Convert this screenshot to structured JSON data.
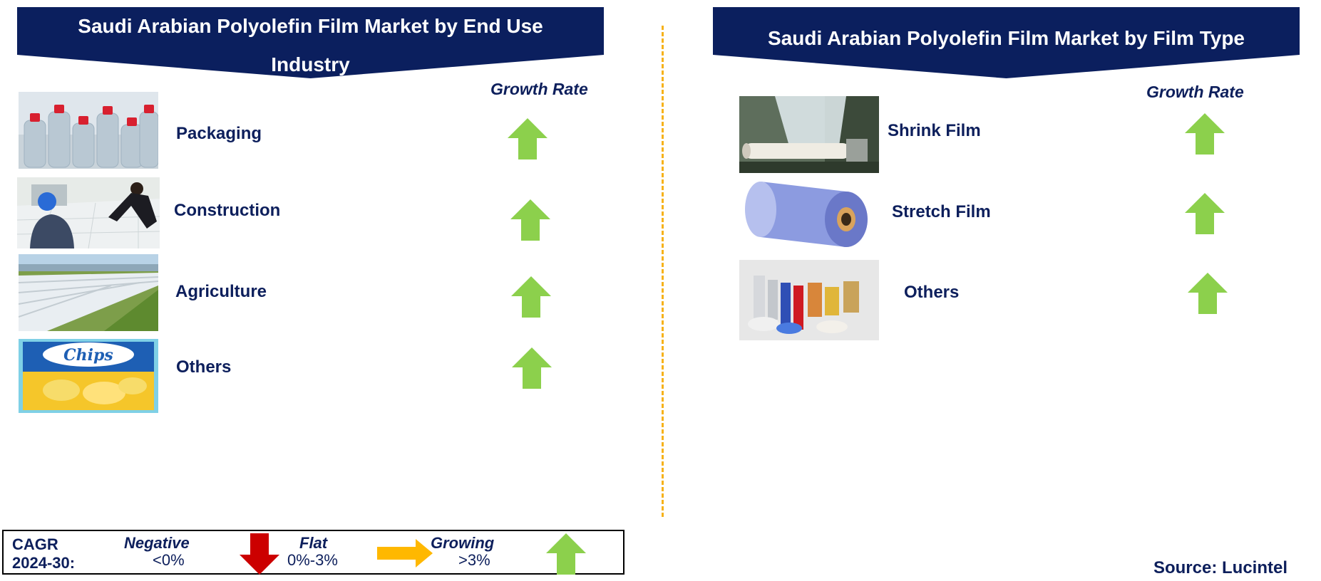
{
  "left": {
    "title": "Saudi Arabian Polyolefin Film Market by End Use Industry",
    "growth_header": "Growth Rate",
    "rows": [
      {
        "label": "Packaging",
        "image": "water-bottles",
        "trend": "growing"
      },
      {
        "label": "Construction",
        "image": "construction-workers",
        "trend": "growing"
      },
      {
        "label": "Agriculture",
        "image": "greenhouse-field",
        "trend": "growing"
      },
      {
        "label": "Others",
        "image": "chips-packet",
        "trend": "growing"
      }
    ]
  },
  "right": {
    "title": "Saudi Arabian Polyolefin Film Market by Film Type",
    "growth_header": "Growth Rate",
    "rows": [
      {
        "label": "Shrink Film",
        "image": "shrink-film-roller",
        "trend": "growing"
      },
      {
        "label": "Stretch Film",
        "image": "stretch-film-roll",
        "trend": "growing"
      },
      {
        "label": "Others",
        "image": "film-rolls-assortment",
        "trend": "growing"
      }
    ]
  },
  "legend": {
    "cagr_label": "CAGR",
    "period": "2024-30:",
    "negative_label": "Negative",
    "negative_range": "<0%",
    "flat_label": "Flat",
    "flat_range": "0%-3%",
    "growing_label": "Growing",
    "growing_range": ">3%"
  },
  "source": "Source: Lucintel",
  "colors": {
    "banner": "#0b1f5e",
    "text": "#0d1f5c",
    "growing_arrow": "#8cd04c",
    "negative_arrow": "#cc0000",
    "flat_arrow": "#ffb800",
    "divider": "#f6b21a"
  }
}
